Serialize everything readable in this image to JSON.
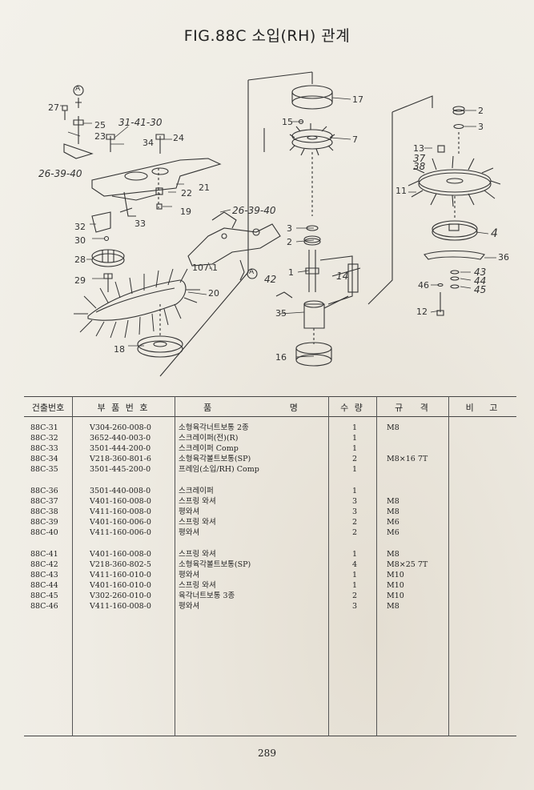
{
  "title": "FIG.88C 소입(RH) 관계",
  "callouts": {
    "c27": "27",
    "c25": "25",
    "c23": "23",
    "c26": "26-39-40",
    "c31": "31-41-30",
    "c34": "34",
    "c24": "24",
    "c22": "22",
    "c21": "21",
    "c19": "19",
    "c33": "33",
    "c32": "32",
    "c30": "30",
    "c28": "28",
    "c29": "29",
    "c20": "20",
    "c18": "18",
    "c26b": "26-39-40",
    "c107": "107-1",
    "cA2": "A",
    "cA1": "A",
    "c42": "42",
    "c17": "17",
    "c15": "15",
    "c7": "7",
    "c3": "3",
    "c2": "2",
    "c1": "1",
    "c14": "14",
    "c35": "35",
    "c16": "16",
    "r2": "2",
    "r3": "3",
    "r13": "13",
    "r37": "37",
    "r38": "38",
    "r11": "11",
    "r4": "4",
    "r36": "36",
    "r43": "43",
    "r44": "44",
    "r46": "46",
    "r45": "45",
    "r12": "12"
  },
  "table": {
    "headers": {
      "no": "건출번호",
      "part": "부 품 번 호",
      "name": "품 명",
      "qty": "수 량",
      "spec": "규 격",
      "note": "비 고"
    },
    "rows": [
      {
        "no": "88C-31",
        "part": "V304-260-008-0",
        "name": "소형육각너트보통 2종",
        "qty": "1",
        "spec": "M8"
      },
      {
        "no": "88C-32",
        "part": "3652-440-003-0",
        "name": "스크레이퍼(전)(R)",
        "qty": "1",
        "spec": ""
      },
      {
        "no": "88C-33",
        "part": "3501-444-200-0",
        "name": "스크레이퍼 Comp",
        "qty": "1",
        "spec": ""
      },
      {
        "no": "88C-34",
        "part": "V218-360-801-6",
        "name": "소형육각볼트보통(SP)",
        "qty": "2",
        "spec": "M8×16 7T"
      },
      {
        "no": "88C-35",
        "part": "3501-445-200-0",
        "name": "프레임(소입/RH) Comp",
        "qty": "1",
        "spec": ""
      },
      {
        "no": "88C-36",
        "part": "3501-440-008-0",
        "name": "스크레이퍼",
        "qty": "1",
        "spec": ""
      },
      {
        "no": "88C-37",
        "part": "V401-160-008-0",
        "name": "스프링 와셔",
        "qty": "3",
        "spec": "M8"
      },
      {
        "no": "88C-38",
        "part": "V411-160-008-0",
        "name": "평와셔",
        "qty": "3",
        "spec": "M8"
      },
      {
        "no": "88C-39",
        "part": "V401-160-006-0",
        "name": "스프링 와셔",
        "qty": "2",
        "spec": "M6"
      },
      {
        "no": "88C-40",
        "part": "V411-160-006-0",
        "name": "평와셔",
        "qty": "2",
        "spec": "M6"
      },
      {
        "no": "88C-41",
        "part": "V401-160-008-0",
        "name": "스프링 와셔",
        "qty": "1",
        "spec": "M8"
      },
      {
        "no": "88C-42",
        "part": "V218-360-802-5",
        "name": "소형육각볼트보통(SP)",
        "qty": "4",
        "spec": "M8×25 7T"
      },
      {
        "no": "88C-43",
        "part": "V411-160-010-0",
        "name": "평와셔",
        "qty": "1",
        "spec": "M10"
      },
      {
        "no": "88C-44",
        "part": "V401-160-010-0",
        "name": "스프링 와셔",
        "qty": "1",
        "spec": "M10"
      },
      {
        "no": "88C-45",
        "part": "V302-260-010-0",
        "name": "육각너트보통 3종",
        "qty": "2",
        "spec": "M10"
      },
      {
        "no": "88C-46",
        "part": "V411-160-008-0",
        "name": "평와셔",
        "qty": "3",
        "spec": "M8"
      }
    ]
  },
  "page_number": "289"
}
